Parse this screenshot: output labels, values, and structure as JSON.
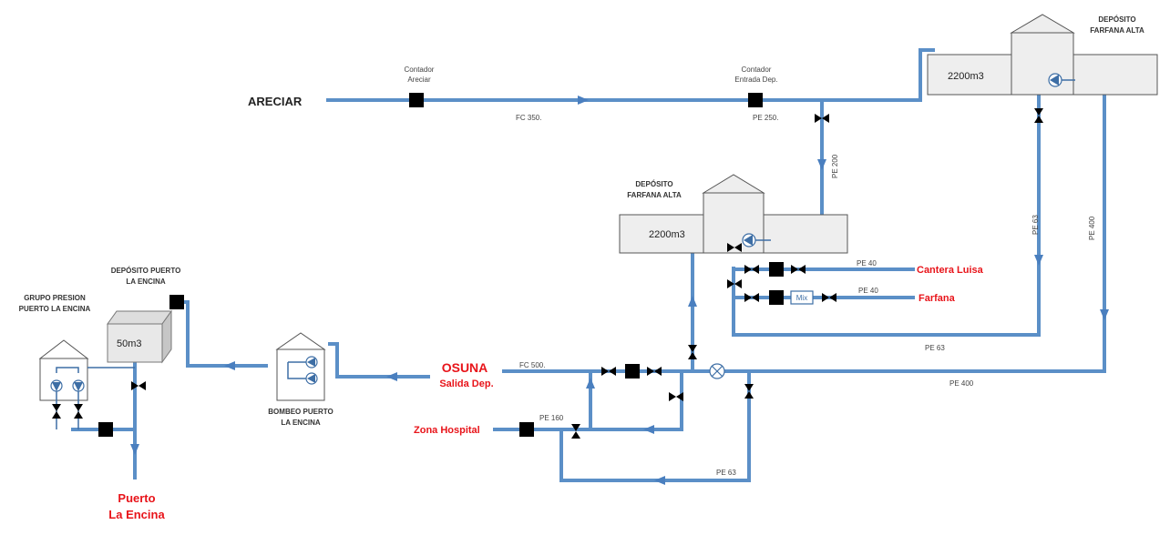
{
  "sources": {
    "areciar": "ARECIAR",
    "osuna_line1": "OSUNA",
    "osuna_line2": "Salida Dep.",
    "zona_hospital": "Zona Hospital"
  },
  "destinations": {
    "cantera_luisa": "Cantera Luisa",
    "farfana": "Farfana",
    "puerto_line1": "Puerto",
    "puerto_line2": "La Encina"
  },
  "meters": {
    "areciar_line1": "Contador",
    "areciar_line2": "Areciar",
    "entrada_line1": "Contador",
    "entrada_line2": "Entrada Dep."
  },
  "tanks": {
    "top_title_line1": "DEPÓSITO",
    "top_title_line2": "FARFANA ALTA",
    "top_capacity": "2200m3",
    "mid_title_line1": "DEPÓSITO",
    "mid_title_line2": "FARFANA ALTA",
    "mid_capacity": "2200m3",
    "puerto_title_line1": "DEPÓSITO PUERTO",
    "puerto_title_line2": "LA ENCINA",
    "puerto_capacity": "50m3"
  },
  "stations": {
    "grupo_line1": "GRUPO PRESION",
    "grupo_line2": "PUERTO LA ENCINA",
    "bombeo_line1": "BOMBEO PUERTO",
    "bombeo_line2": "LA ENCINA"
  },
  "pipes": {
    "fc350": "FC 350.",
    "pe250": "PE 250.",
    "pe200": "PE 200",
    "pe63_right": "PE 63",
    "pe400_right": "PE 400",
    "pe40_top": "PE 40",
    "pe40_bottom": "PE 40",
    "pe63_mid": "PE 63",
    "fc500": "FC 500.",
    "pe400_bottom": "PE 400",
    "pe160": "PE 160",
    "pe63_bottom": "PE 63"
  },
  "misc": {
    "filter_tag": "Mix"
  }
}
